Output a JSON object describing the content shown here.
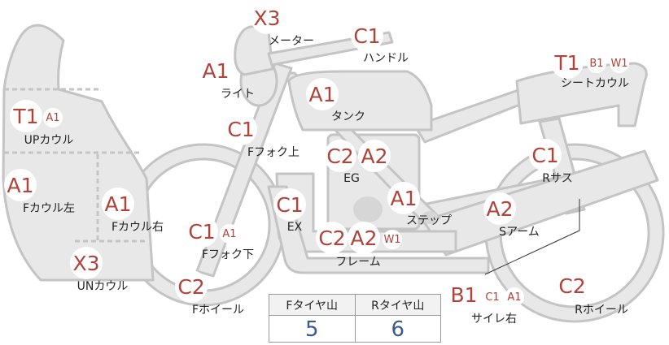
{
  "colors": {
    "badge_text": "#b0433a",
    "part_fill": "#e8e8e8",
    "part_stroke": "#c4c4c4",
    "value_text": "#3a5a8c"
  },
  "parts": [
    {
      "id": "meter",
      "label": "メーター",
      "badges": [
        "X3"
      ]
    },
    {
      "id": "handle",
      "label": "ハンドル",
      "badges": [
        "C1"
      ]
    },
    {
      "id": "light",
      "label": "ライト",
      "badges": [
        "A1"
      ]
    },
    {
      "id": "tank",
      "label": "タンク",
      "badges": [
        "A1"
      ]
    },
    {
      "id": "seatcowl",
      "label": "シートカウル",
      "badges": [
        "T1",
        "B1",
        "W1"
      ]
    },
    {
      "id": "upcowl",
      "label": "UPカウル",
      "badges": [
        "T1",
        "A1"
      ]
    },
    {
      "id": "ffork-upper",
      "label": "Fフォク上",
      "badges": [
        "C1"
      ]
    },
    {
      "id": "eg",
      "label": "EG",
      "badges": [
        "C2",
        "A2"
      ]
    },
    {
      "id": "rsus",
      "label": "Rサス",
      "badges": [
        "C1"
      ]
    },
    {
      "id": "fcowl-left",
      "label": "Fカウル左",
      "badges": [
        "A1"
      ]
    },
    {
      "id": "fcowl-right",
      "label": "Fカウル右",
      "badges": [
        "A1"
      ]
    },
    {
      "id": "ex",
      "label": "EX",
      "badges": [
        "C1"
      ]
    },
    {
      "id": "step",
      "label": "ステップ",
      "badges": [
        "A1"
      ]
    },
    {
      "id": "sarm",
      "label": "Sアーム",
      "badges": [
        "A2"
      ]
    },
    {
      "id": "ffork-lower",
      "label": "Fフォク下",
      "badges": [
        "C1",
        "A1"
      ]
    },
    {
      "id": "frame",
      "label": "フレーム",
      "badges": [
        "C2",
        "A2",
        "W1"
      ]
    },
    {
      "id": "uncowl",
      "label": "UNカウル",
      "badges": [
        "X3"
      ]
    },
    {
      "id": "fwheel",
      "label": "Fホイール",
      "badges": [
        "C2"
      ]
    },
    {
      "id": "silencer-right",
      "label": "サイレ右",
      "badges": [
        "B1",
        "C1",
        "A1"
      ]
    },
    {
      "id": "rwheel",
      "label": "Rホイール",
      "badges": [
        "C2"
      ]
    }
  ],
  "tire_table": {
    "front_header": "Fタイヤ山",
    "rear_header": "Rタイヤ山",
    "front_value": "5",
    "rear_value": "6"
  }
}
